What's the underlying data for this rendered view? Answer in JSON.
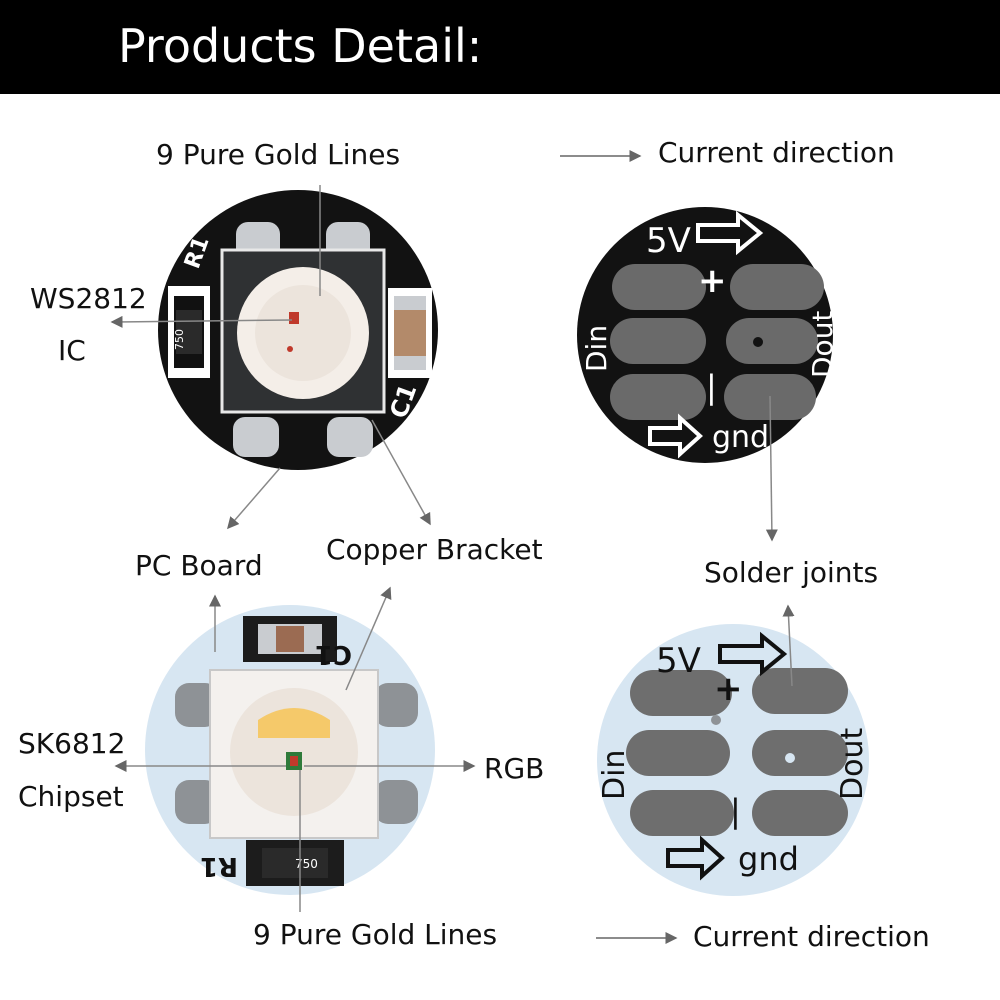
{
  "header": {
    "title": "Products Detail:"
  },
  "labels": {
    "gold_lines_top": "9 Pure Gold Lines",
    "current_direction_top": "Current direction",
    "ws2812_line1": "WS2812",
    "ws2812_line2": "IC",
    "pc_board": "PC Board",
    "copper_bracket": "Copper Bracket",
    "solder_joints": "Solder joints",
    "sk6812_line1": "SK6812",
    "sk6812_line2": "Chipset",
    "rgb": "RGB",
    "gold_lines_bottom": "9 Pure Gold Lines",
    "current_direction_bottom": "Current direction"
  },
  "board_markings": {
    "r1": "R1",
    "c1": "C1",
    "resistor_code": "750",
    "v5": "5V",
    "plus": "+",
    "minus": "|",
    "din": "Din",
    "dout": "Dout",
    "gnd": "gnd"
  },
  "colors": {
    "board_black": "#121212",
    "board_white": "#d7e6f2",
    "pad_grey": "#6a6a6a",
    "led_warm": "#f5c96a",
    "arrow_grey": "#666666"
  }
}
